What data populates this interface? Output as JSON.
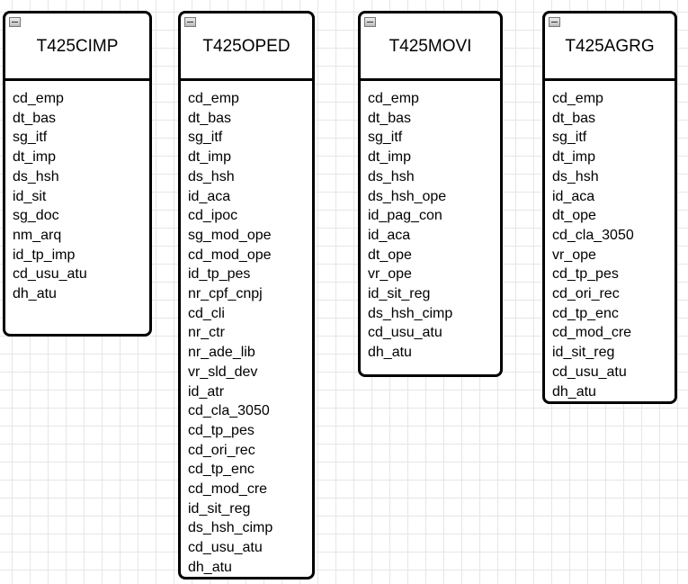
{
  "tables": [
    {
      "name": "T425CIMP",
      "fields": [
        "cd_emp",
        "dt_bas",
        "sg_itf",
        "dt_imp",
        "ds_hsh",
        "id_sit",
        "sg_doc",
        "nm_arq",
        "id_tp_imp",
        "cd_usu_atu",
        "dh_atu"
      ]
    },
    {
      "name": "T425OPED",
      "fields": [
        "cd_emp",
        "dt_bas",
        "sg_itf",
        "dt_imp",
        "ds_hsh",
        "id_aca",
        "cd_ipoc",
        "sg_mod_ope",
        "cd_mod_ope",
        "id_tp_pes",
        "nr_cpf_cnpj",
        "cd_cli",
        "nr_ctr",
        "nr_ade_lib",
        "vr_sld_dev",
        "id_atr",
        "cd_cla_3050",
        "cd_tp_pes",
        "cd_ori_rec",
        "cd_tp_enc",
        "cd_mod_cre",
        "id_sit_reg",
        "ds_hsh_cimp",
        "cd_usu_atu",
        "dh_atu"
      ]
    },
    {
      "name": "T425MOVI",
      "fields": [
        "cd_emp",
        "dt_bas",
        "sg_itf",
        "dt_imp",
        "ds_hsh",
        "ds_hsh_ope",
        "id_pag_con",
        "id_aca",
        "dt_ope",
        "vr_ope",
        "id_sit_reg",
        "ds_hsh_cimp",
        "cd_usu_atu",
        "dh_atu"
      ]
    },
    {
      "name": "T425AGRG",
      "fields": [
        "cd_emp",
        "dt_bas",
        "sg_itf",
        "dt_imp",
        "ds_hsh",
        "id_aca",
        "dt_ope",
        "cd_cla_3050",
        "vr_ope",
        "cd_tp_pes",
        "cd_ori_rec",
        "cd_tp_enc",
        "cd_mod_cre",
        "id_sit_reg",
        "cd_usu_atu",
        "dh_atu"
      ]
    }
  ]
}
